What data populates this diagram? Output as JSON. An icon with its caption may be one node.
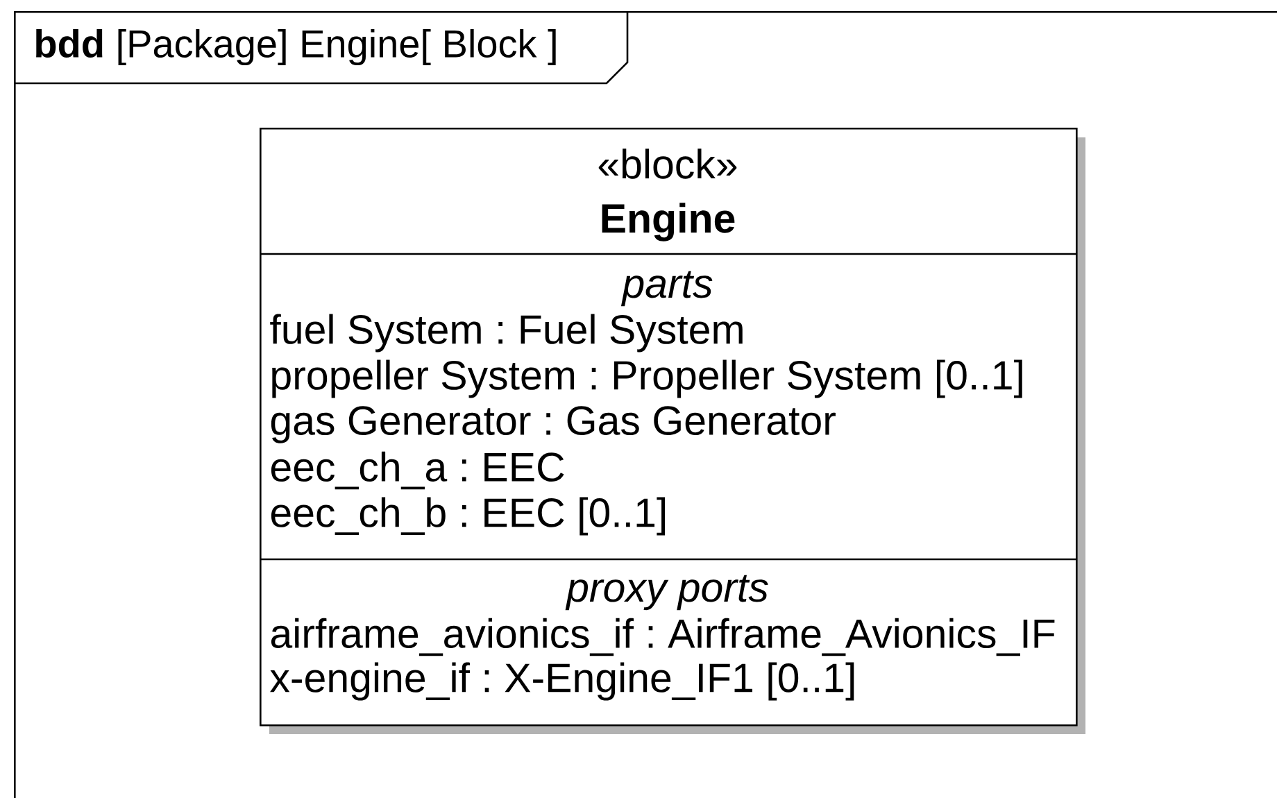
{
  "diagram": {
    "nodes": [
      {
        "text": [
          "**bdd**  [Package] Engine[ Block ]"
        ]
      },
      {
        "text": [
          "«block»",
          "Engine",
          "parts",
          "fuel System : Fuel System",
          "propeller System : Propeller System [0..1]",
          "gas Generator : Gas Generator",
          "eec_ch_a : EEC",
          "eec_ch_b : EEC [0..1]",
          "proxy ports",
          "airframe_avionics_if : Airframe_Avionics_IF",
          "x-engine_if : X-Engine_IF1 [0..1]"
        ],
        "in": 0
      }
    ]
  }
}
